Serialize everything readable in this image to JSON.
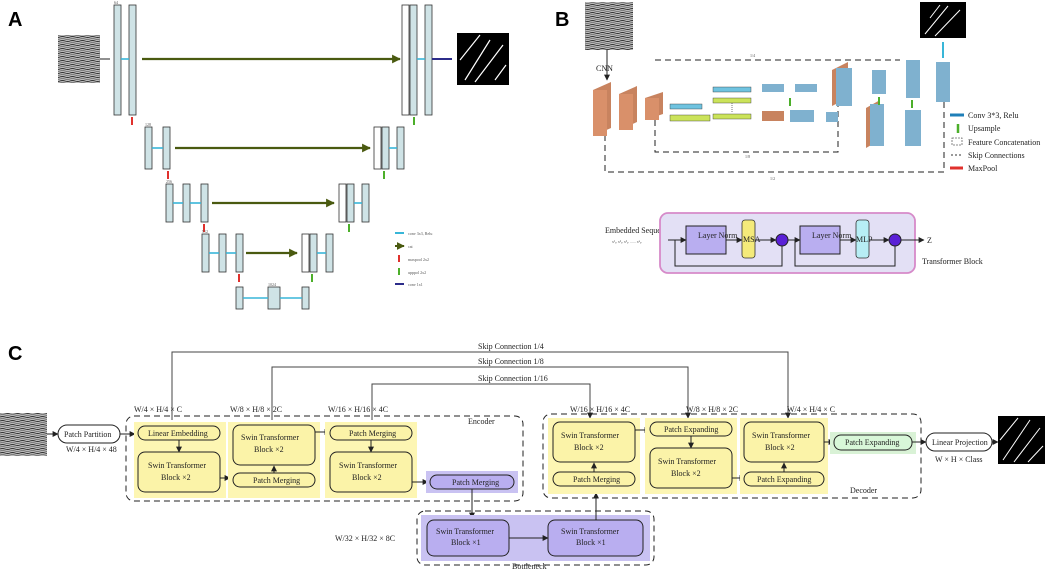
{
  "panels": {
    "a": "A",
    "b": "B",
    "c": "C"
  },
  "panel_a": {
    "legend": [
      "conv 3x3, Relu",
      "cat",
      "maxpool 2x2",
      "upppol 2x2",
      "conv 1x1"
    ],
    "channels": [
      "64",
      "128",
      "256",
      "512",
      "1024"
    ]
  },
  "panel_b": {
    "cnn": "CNN",
    "frac_quarter": "1/4",
    "frac_eighth": "1/8",
    "frac_half": "1/2",
    "legend": [
      "Conv 3*3, Relu",
      "Upsample",
      "Feature Concatenation",
      "Skip Connections",
      "MaxPool"
    ],
    "embedded_sequence": "Embedded Sequence",
    "layer_norm": "Layer Norm",
    "msa": "MSA",
    "mlp": "MLP",
    "transformer_block": "Transformer Block",
    "z_out": "Z"
  },
  "panel_c": {
    "skip_connections": [
      "Skip Connection  1/4",
      "Skip Connection  1/8",
      "Skip Connection  1/16"
    ],
    "patch_partition": "Patch Partition",
    "in_dim": "W/4 × H/4 × 48",
    "dims": [
      "W/4 × H/4 × C",
      "W/8 × H/8 × 2C",
      "W/16 × H/16 × 4C",
      "W/16 × H/16 × 4C",
      "W/8 × H/8 × 2C",
      "W/4 × H/4 × C"
    ],
    "bottleneck_dim": "W/32 × H/32 × 8C",
    "out_dim": "W × H × Class",
    "linear_embedding": "Linear Embedding",
    "swin_x2": [
      "Swin Transformer",
      "Block ×2"
    ],
    "swin_x1": [
      "Swin Transformer",
      "Block ×1"
    ],
    "patch_merging": "Patch Merging",
    "patch_expanding": "Patch Expanding",
    "linear_projection": "Linear Projection",
    "encoder": "Encoder",
    "decoder": "Decoder",
    "bottleneck": "Bottleneck"
  }
}
